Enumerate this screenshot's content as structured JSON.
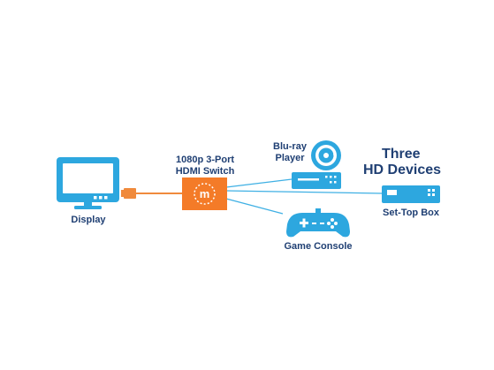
{
  "labels": {
    "display": "Display",
    "switch_line1": "1080p 3-Port",
    "switch_line2": "HDMI Switch",
    "switch_logo_letter": "m",
    "bluray_line1": "Blu-ray",
    "bluray_line2": "Player",
    "heading_line1": "Three",
    "heading_line2": "HD Devices",
    "settop": "Set-Top Box",
    "console": "Game Console"
  },
  "icons": {
    "display": "monitor-icon",
    "switch": "hdmi-switch-icon",
    "bluray": "bluray-player-icon",
    "settop": "set-top-box-icon",
    "console": "gamepad-icon"
  },
  "colors": {
    "device_blue": "#2da7df",
    "switch_orange": "#f47b28",
    "cable_orange": "#f08a3c",
    "link_blue": "#3fb0e4",
    "label_navy": "#1f3f73",
    "background": "#ffffff"
  }
}
